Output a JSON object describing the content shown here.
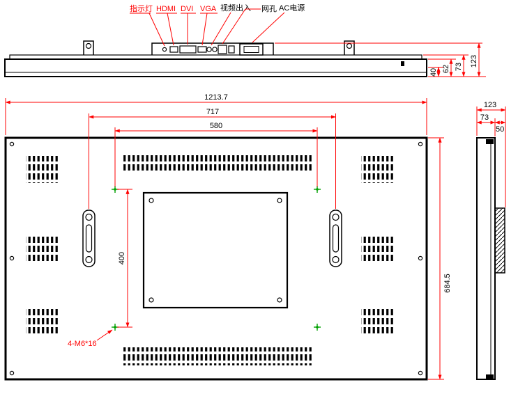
{
  "colors": {
    "dim": "#ff0000",
    "ink": "#000000",
    "hole": "#00a000",
    "paper": "#ffffff"
  },
  "top_view": {
    "labels": [
      {
        "text": "指示灯"
      },
      {
        "text": "HDMI"
      },
      {
        "text": "DVI"
      },
      {
        "text": "VGA"
      },
      {
        "text": "视频出入"
      },
      {
        "text": "网孔"
      },
      {
        "text": "AC电源"
      }
    ],
    "dims": {
      "d40": "40",
      "d62": "62",
      "d73": "73",
      "d123": "123"
    }
  },
  "rear_view": {
    "dims": {
      "width_total": "1213.7",
      "mount_width": "717",
      "vesa_width": "580",
      "vesa_height": "400",
      "height_total": "684.5"
    },
    "screw_note": "4-M6*16"
  },
  "side_view": {
    "dims": {
      "depth_total": "123",
      "back_depth": "73",
      "front_depth": "50"
    }
  }
}
